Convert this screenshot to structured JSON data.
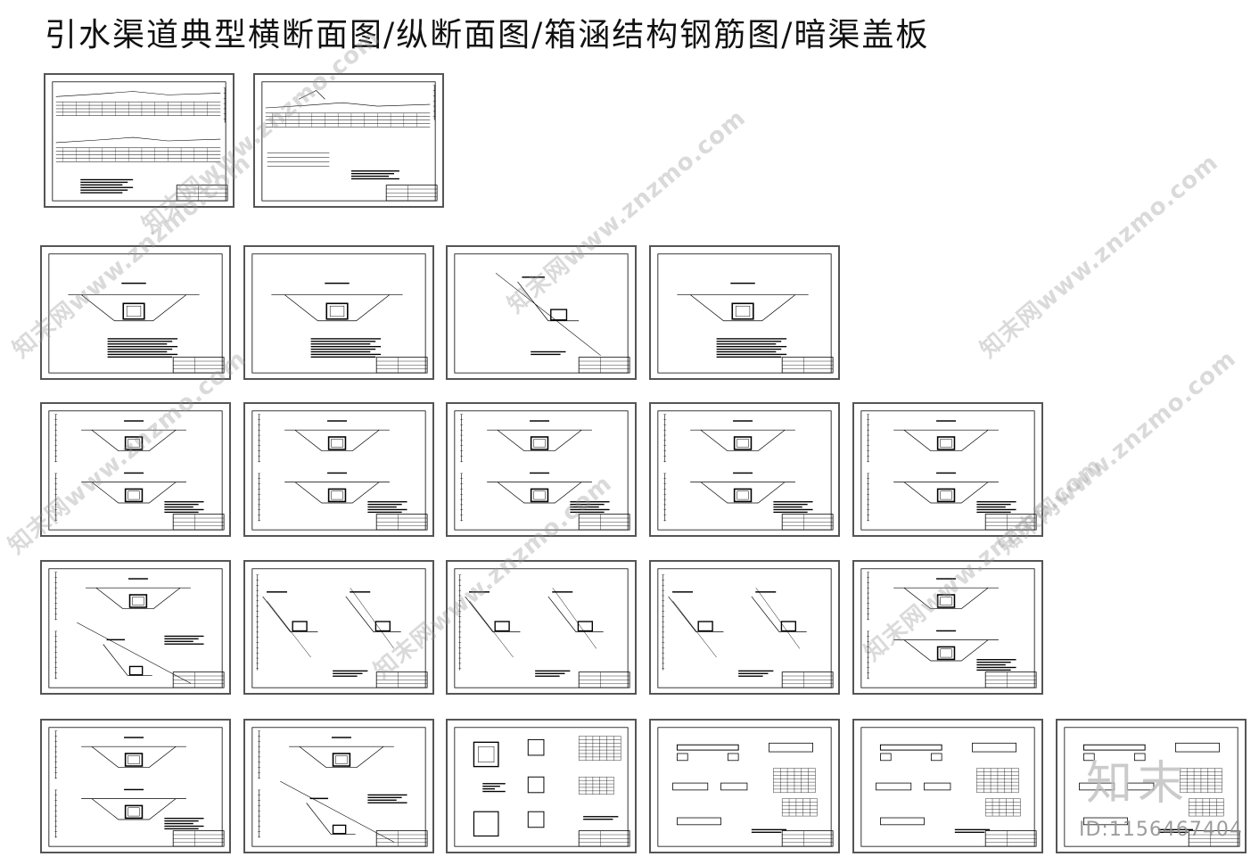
{
  "title": "引水渠道典型横断面图/纵断面图/箱涵结构钢筋图/暗渠盖板",
  "watermark": {
    "text": "知末网www.znzmo.com",
    "brand_logo": "知末",
    "id_label": "ID:1156467404"
  },
  "sheets": [
    {
      "id": "s1",
      "kind": "profile"
    },
    {
      "id": "s2",
      "kind": "profile2"
    },
    {
      "id": "s3",
      "kind": "section-single"
    },
    {
      "id": "s4",
      "kind": "section-single"
    },
    {
      "id": "s5",
      "kind": "section-slope"
    },
    {
      "id": "s6",
      "kind": "section-single"
    },
    {
      "id": "s7",
      "kind": "section-double"
    },
    {
      "id": "s8",
      "kind": "section-double"
    },
    {
      "id": "s9",
      "kind": "section-double"
    },
    {
      "id": "s10",
      "kind": "section-double"
    },
    {
      "id": "s11",
      "kind": "section-double"
    },
    {
      "id": "s12",
      "kind": "section-mixed"
    },
    {
      "id": "s13",
      "kind": "slope-pair"
    },
    {
      "id": "s14",
      "kind": "slope-pair"
    },
    {
      "id": "s15",
      "kind": "slope-pair"
    },
    {
      "id": "s16",
      "kind": "section-double"
    },
    {
      "id": "s17",
      "kind": "section-double"
    },
    {
      "id": "s18",
      "kind": "section-mixed"
    },
    {
      "id": "s19",
      "kind": "rebar"
    },
    {
      "id": "s20",
      "kind": "cover"
    },
    {
      "id": "s21",
      "kind": "cover"
    },
    {
      "id": "s22",
      "kind": "cover"
    }
  ]
}
